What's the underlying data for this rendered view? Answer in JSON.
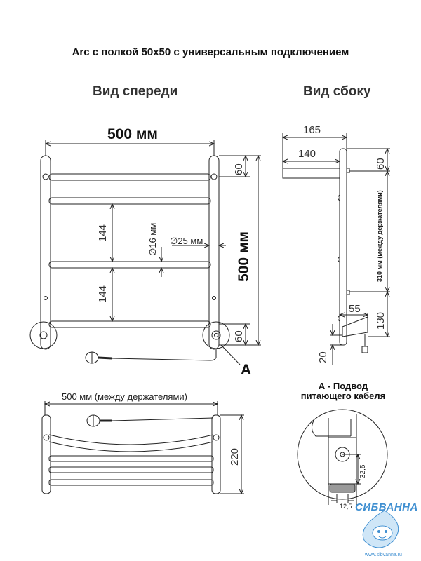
{
  "title": "Arc с полкой 50x50 с универсальным подключением",
  "front_view": {
    "heading": "Вид спереди",
    "width": "500 мм",
    "height": "500 мм",
    "top_offset": "60",
    "bottom_offset": "60",
    "spacing_1": "144",
    "spacing_2": "144",
    "bar_diameter": "∅16 мм",
    "pipe_diameter": "∅25 мм",
    "marker": "A"
  },
  "side_view": {
    "heading": "Вид сбоку",
    "depth_total": "165",
    "depth_shelf": "140",
    "top_offset": "60",
    "holder_spacing": "310 мм (между держателями)",
    "bottom_offset": "130",
    "connector_depth": "55",
    "connector_height": "20"
  },
  "top_view": {
    "width": "500 мм (между держателями)",
    "depth": "220"
  },
  "detail": {
    "caption_line1": "А - Подвод",
    "caption_line2": "питающего кабеля",
    "dim_height": "32,5",
    "dim_width": "12,5"
  },
  "logo": {
    "name": "СИБВАННА",
    "site": "www.sibvanna.ru",
    "color": "#3f8fd1"
  }
}
